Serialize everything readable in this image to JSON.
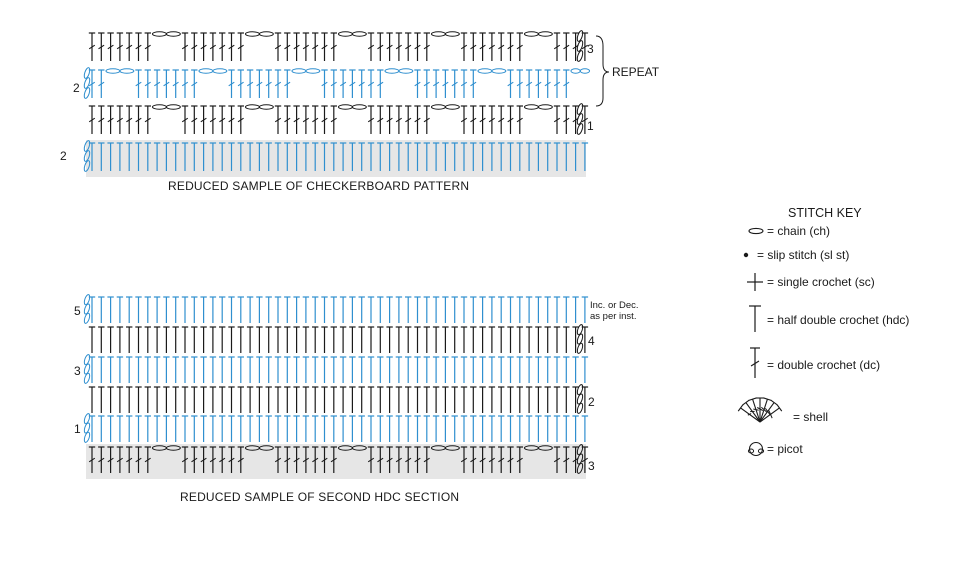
{
  "colors": {
    "black": "#1a1a1a",
    "blue": "#2f8fcf",
    "shade": "#e6e6e6"
  },
  "checkerboard": {
    "caption": "REDUCED SAMPLE OF CHECKERBOARD PATTERN",
    "repeat_label": "REPEAT",
    "rows": [
      {
        "label": "3",
        "label_side": "right",
        "color": "black",
        "stitch": "dc",
        "pattern": "checker",
        "shaded": false
      },
      {
        "label": "2",
        "label_side": "left",
        "color": "blue",
        "stitch": "dc",
        "pattern": "checker-offset",
        "shaded": false
      },
      {
        "label": "1",
        "label_side": "right",
        "color": "black",
        "stitch": "dc",
        "pattern": "checker",
        "shaded": false
      },
      {
        "label": "2",
        "label_side": "left",
        "color": "blue",
        "stitch": "hdc",
        "pattern": "plain",
        "shaded": true
      }
    ]
  },
  "hdc_section": {
    "caption": "REDUCED SAMPLE OF SECOND HDC SECTION",
    "note_line1": "Inc. or Dec.",
    "note_line2": "as per inst.",
    "rows": [
      {
        "label": "5",
        "label_side": "left",
        "color": "blue",
        "stitch": "hdc",
        "pattern": "plain",
        "shaded": false
      },
      {
        "label": "4",
        "label_side": "right",
        "color": "black",
        "stitch": "hdc",
        "pattern": "plain",
        "shaded": false
      },
      {
        "label": "3",
        "label_side": "left",
        "color": "blue",
        "stitch": "hdc",
        "pattern": "plain",
        "shaded": false
      },
      {
        "label": "2",
        "label_side": "right",
        "color": "black",
        "stitch": "hdc",
        "pattern": "plain",
        "shaded": false
      },
      {
        "label": "1",
        "label_side": "left",
        "color": "blue",
        "stitch": "hdc",
        "pattern": "plain",
        "shaded": false
      },
      {
        "label": "3",
        "label_side": "right",
        "color": "black",
        "stitch": "dc",
        "pattern": "checker",
        "shaded": true
      }
    ]
  },
  "stitch_key": {
    "title": "STITCH KEY",
    "items": [
      {
        "icon": "chain-icon",
        "label": "= chain (ch)"
      },
      {
        "icon": "slip-stitch-icon",
        "label": "= slip stitch (sl st)"
      },
      {
        "icon": "single-crochet-icon",
        "label": "= single crochet (sc)"
      },
      {
        "icon": "half-double-crochet-icon",
        "label": "= half double crochet (hdc)"
      },
      {
        "icon": "double-crochet-icon",
        "label": "= double crochet (dc)"
      },
      {
        "icon": "shell-icon",
        "label": "= shell"
      },
      {
        "icon": "picot-icon",
        "label": "= picot"
      }
    ]
  }
}
